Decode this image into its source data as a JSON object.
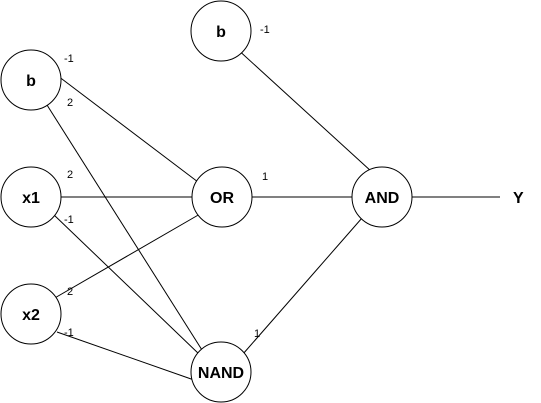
{
  "diagram": {
    "nodes": {
      "b_top": {
        "label": "b"
      },
      "b_left": {
        "label": "b"
      },
      "x1": {
        "label": "x1"
      },
      "x2": {
        "label": "x2"
      },
      "or": {
        "label": "OR"
      },
      "nand": {
        "label": "NAND"
      },
      "and": {
        "label": "AND"
      }
    },
    "output": {
      "label": "Y"
    },
    "weights": {
      "b_top_and": "-1",
      "b_left_or": "-1",
      "b_left_nand": "2",
      "x1_or": "2",
      "x1_nand": "-1",
      "x2_or": "2",
      "x2_nand": "-1",
      "or_and": "1",
      "nand_and": "1"
    }
  }
}
